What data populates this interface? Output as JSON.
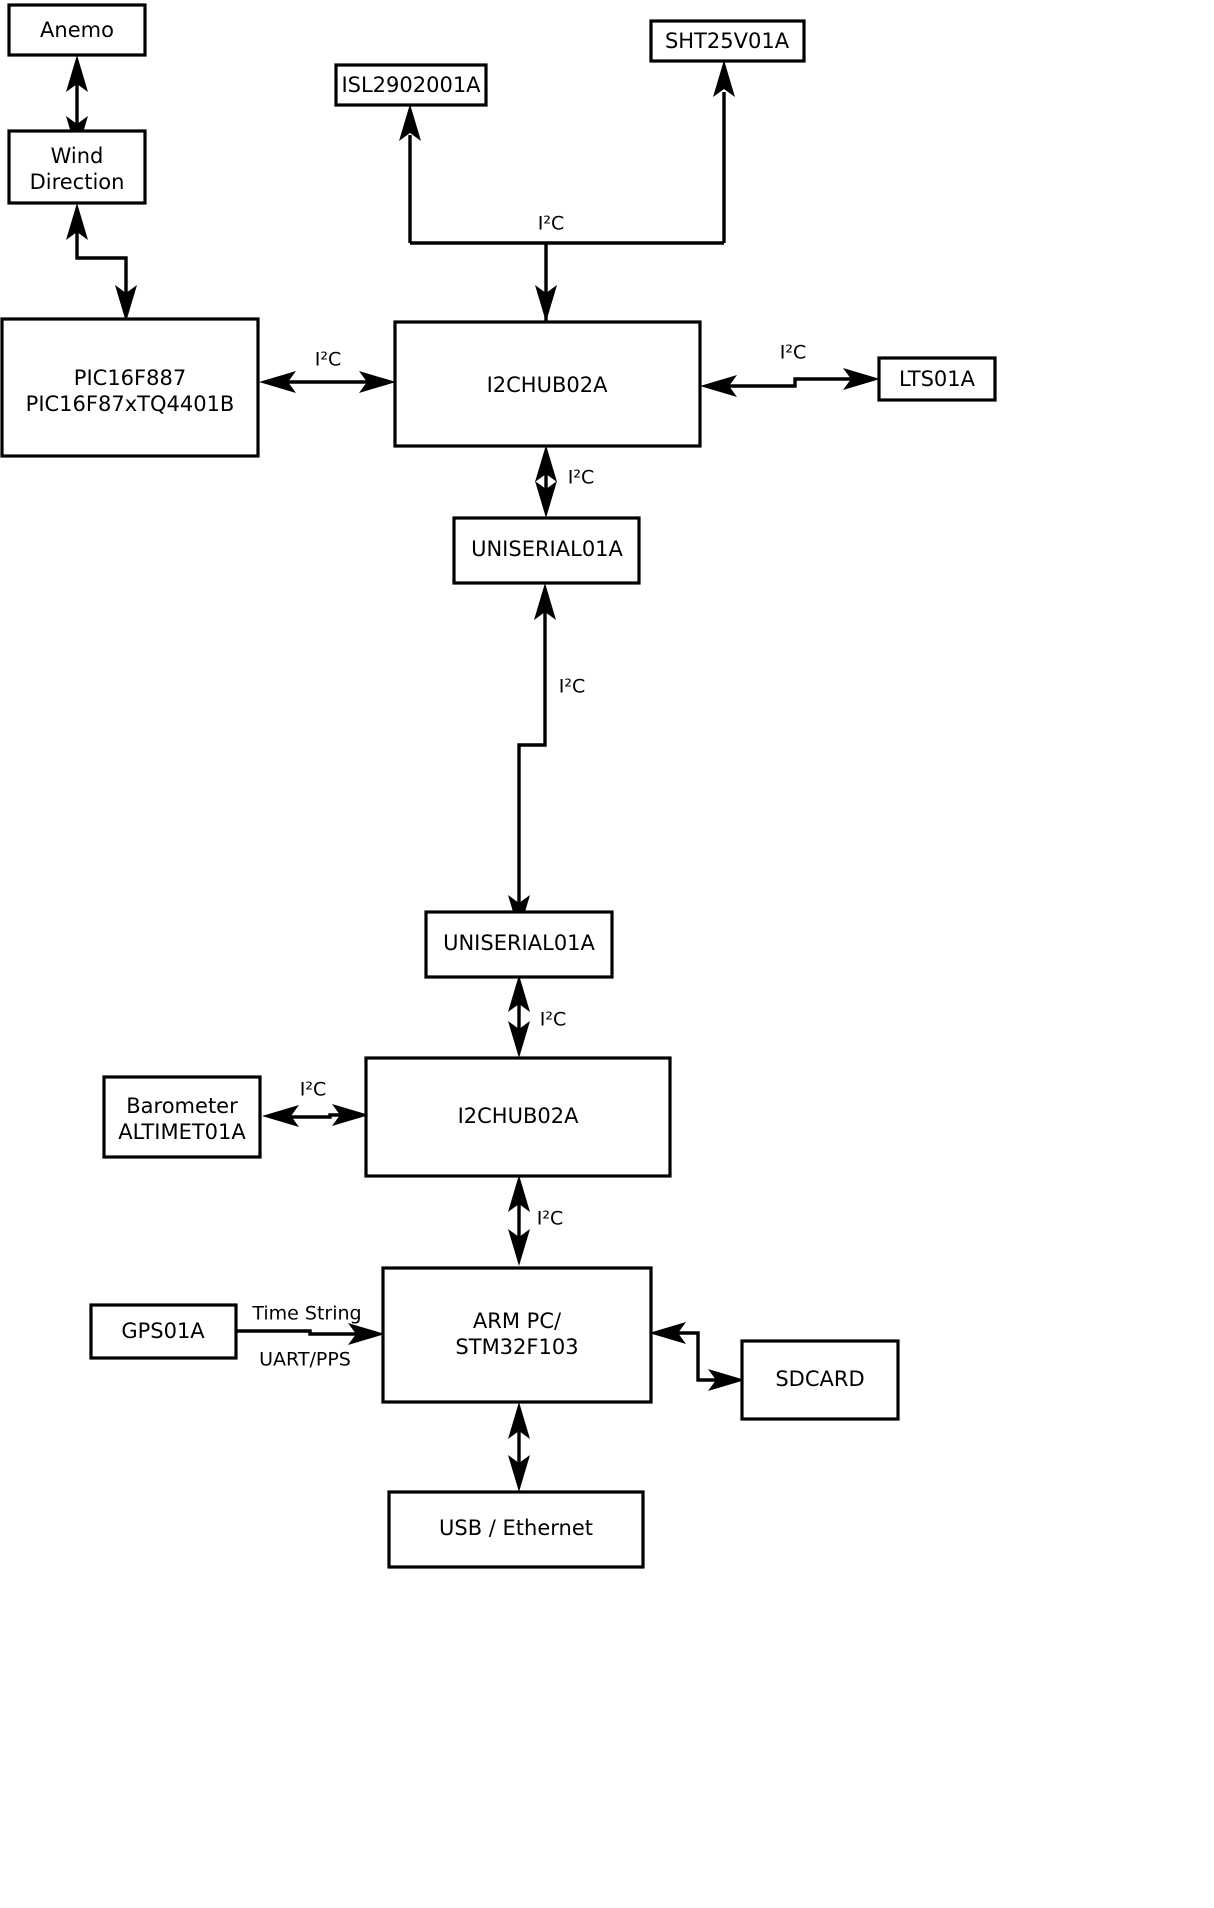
{
  "diagram": {
    "title": "Weather Station Sensor Bus Block Diagram",
    "background_color": "#ffffff",
    "line_color": "#000000",
    "box_fill": "#ffffff",
    "nodes": [
      {
        "id": "anemo",
        "label": "Anemo",
        "line1": "Anemo",
        "line2": ""
      },
      {
        "id": "wind-dir",
        "label": "Wind Direction",
        "line1": "Wind",
        "line2": "Direction"
      },
      {
        "id": "pic",
        "label": "PIC16F887 PIC16F87xTQ4401B",
        "line1": "PIC16F887",
        "line2": "PIC16F87xTQ4401B"
      },
      {
        "id": "isl",
        "label": "ISL2902001A",
        "line1": "ISL2902001A",
        "line2": ""
      },
      {
        "id": "sht",
        "label": "SHT25V01A",
        "line1": "SHT25V01A",
        "line2": ""
      },
      {
        "id": "hub-top",
        "label": "I2CHUB02A",
        "line1": "I2CHUB02A",
        "line2": ""
      },
      {
        "id": "lts",
        "label": "LTS01A",
        "line1": "LTS01A",
        "line2": ""
      },
      {
        "id": "uniserial-top",
        "label": "UNISERIAL01A",
        "line1": "UNISERIAL01A",
        "line2": ""
      },
      {
        "id": "uniserial-bot",
        "label": "UNISERIAL01A",
        "line1": "UNISERIAL01A",
        "line2": ""
      },
      {
        "id": "barometer",
        "label": "Barometer ALTIMET01A",
        "line1": "Barometer",
        "line2": "ALTIMET01A"
      },
      {
        "id": "hub-bot",
        "label": "I2CHUB02A",
        "line1": "I2CHUB02A",
        "line2": ""
      },
      {
        "id": "gps",
        "label": "GPS01A",
        "line1": "GPS01A",
        "line2": ""
      },
      {
        "id": "arm",
        "label": "ARM PC/ STM32F103",
        "line1": "ARM PC/",
        "line2": "STM32F103"
      },
      {
        "id": "sdcard",
        "label": "SDCARD",
        "line1": "SDCARD",
        "line2": ""
      },
      {
        "id": "usb",
        "label": "USB / Ethernet",
        "line1": "USB / Ethernet",
        "line2": ""
      }
    ],
    "edge_labels": [
      {
        "id": "l-pic-hub",
        "text": "I²C"
      },
      {
        "id": "l-hub-isl-sht",
        "text": "I²C"
      },
      {
        "id": "l-hub-lts",
        "text": "I²C"
      },
      {
        "id": "l-hub-uniserial",
        "text": "I²C"
      },
      {
        "id": "l-uniserial-link",
        "text": "I²C"
      },
      {
        "id": "l-uniserial-hub2",
        "text": "I²C"
      },
      {
        "id": "l-baro-hub2",
        "text": "I²C"
      },
      {
        "id": "l-hub2-arm",
        "text": "I²C"
      },
      {
        "id": "l-gps-time",
        "text": "Time String"
      },
      {
        "id": "l-gps-uart",
        "text": "UART/PPS"
      }
    ]
  }
}
